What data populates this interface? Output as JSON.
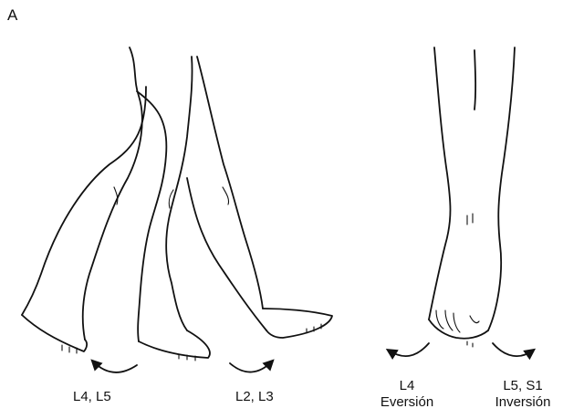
{
  "panel_label": "A",
  "labels": {
    "gait_left": "L4, L5",
    "gait_right": "L2, L3",
    "foot_left_line1": "L4",
    "foot_left_line2": "Eversión",
    "foot_right_line1": "L5, S1",
    "foot_right_line2": "Inversión"
  }
}
